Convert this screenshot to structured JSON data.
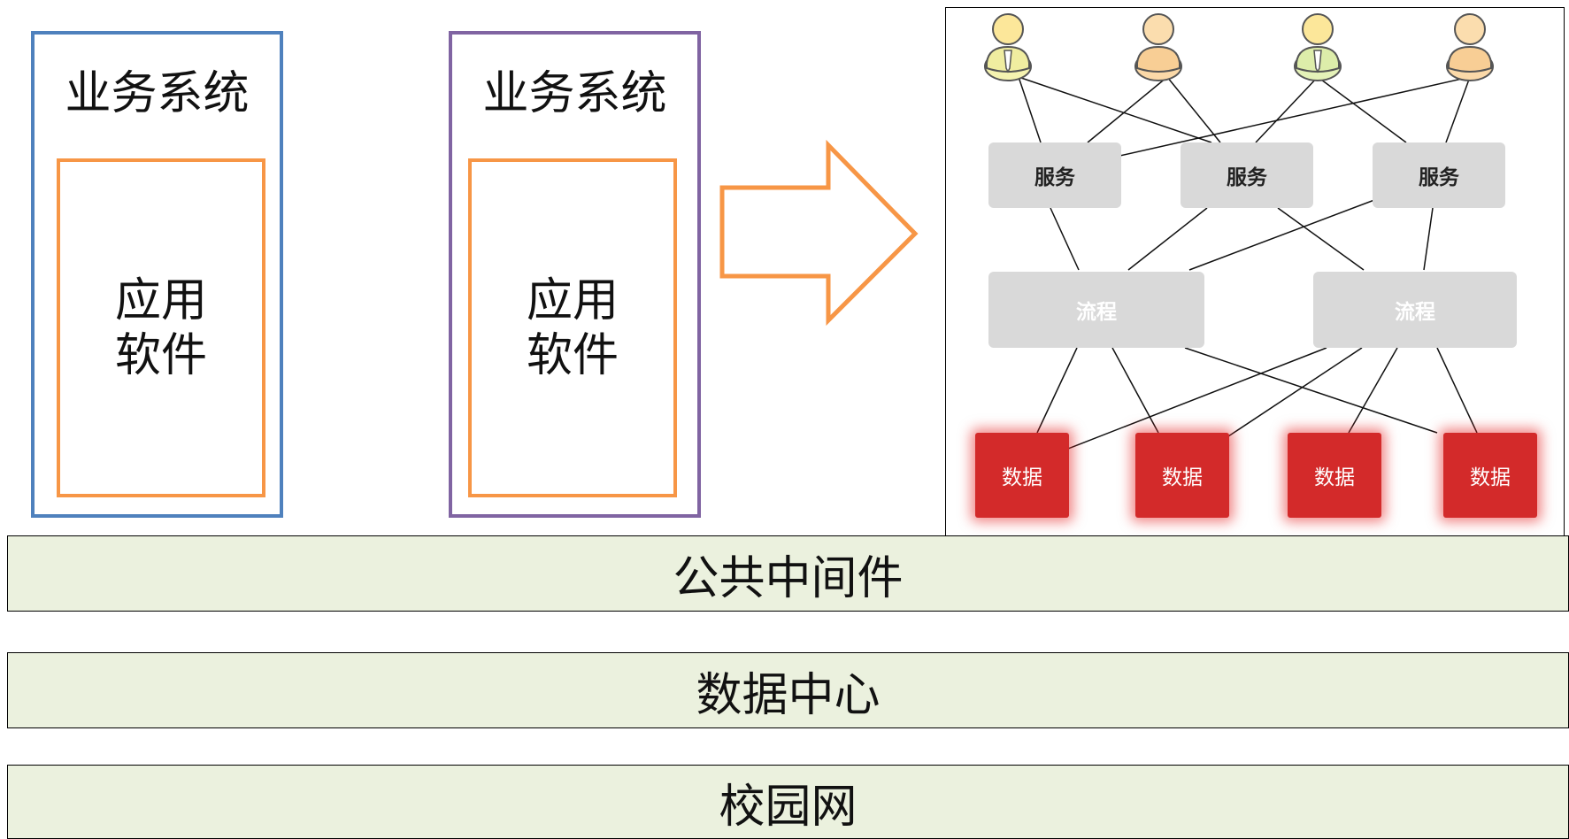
{
  "left_systems": [
    {
      "title": "业务系统",
      "app": [
        "应用",
        "软件"
      ],
      "border_color": "#4F81BD"
    },
    {
      "title": "业务系统",
      "app": [
        "应用",
        "软件"
      ],
      "border_color": "#8064A2"
    }
  ],
  "app_border_color": "#F79646",
  "arrow_color": "#F79646",
  "diagram": {
    "users_count": 4,
    "services": [
      "服务",
      "服务",
      "服务"
    ],
    "processes": [
      "流程",
      "流程"
    ],
    "data_nodes": [
      "数据",
      "数据",
      "数据",
      "数据"
    ],
    "data_color": "#D32A2A",
    "node_color": "#D9D9D9"
  },
  "layers": [
    "公共中间件",
    "数据中心",
    "校园网"
  ],
  "layer_color": "#EBF1DE"
}
